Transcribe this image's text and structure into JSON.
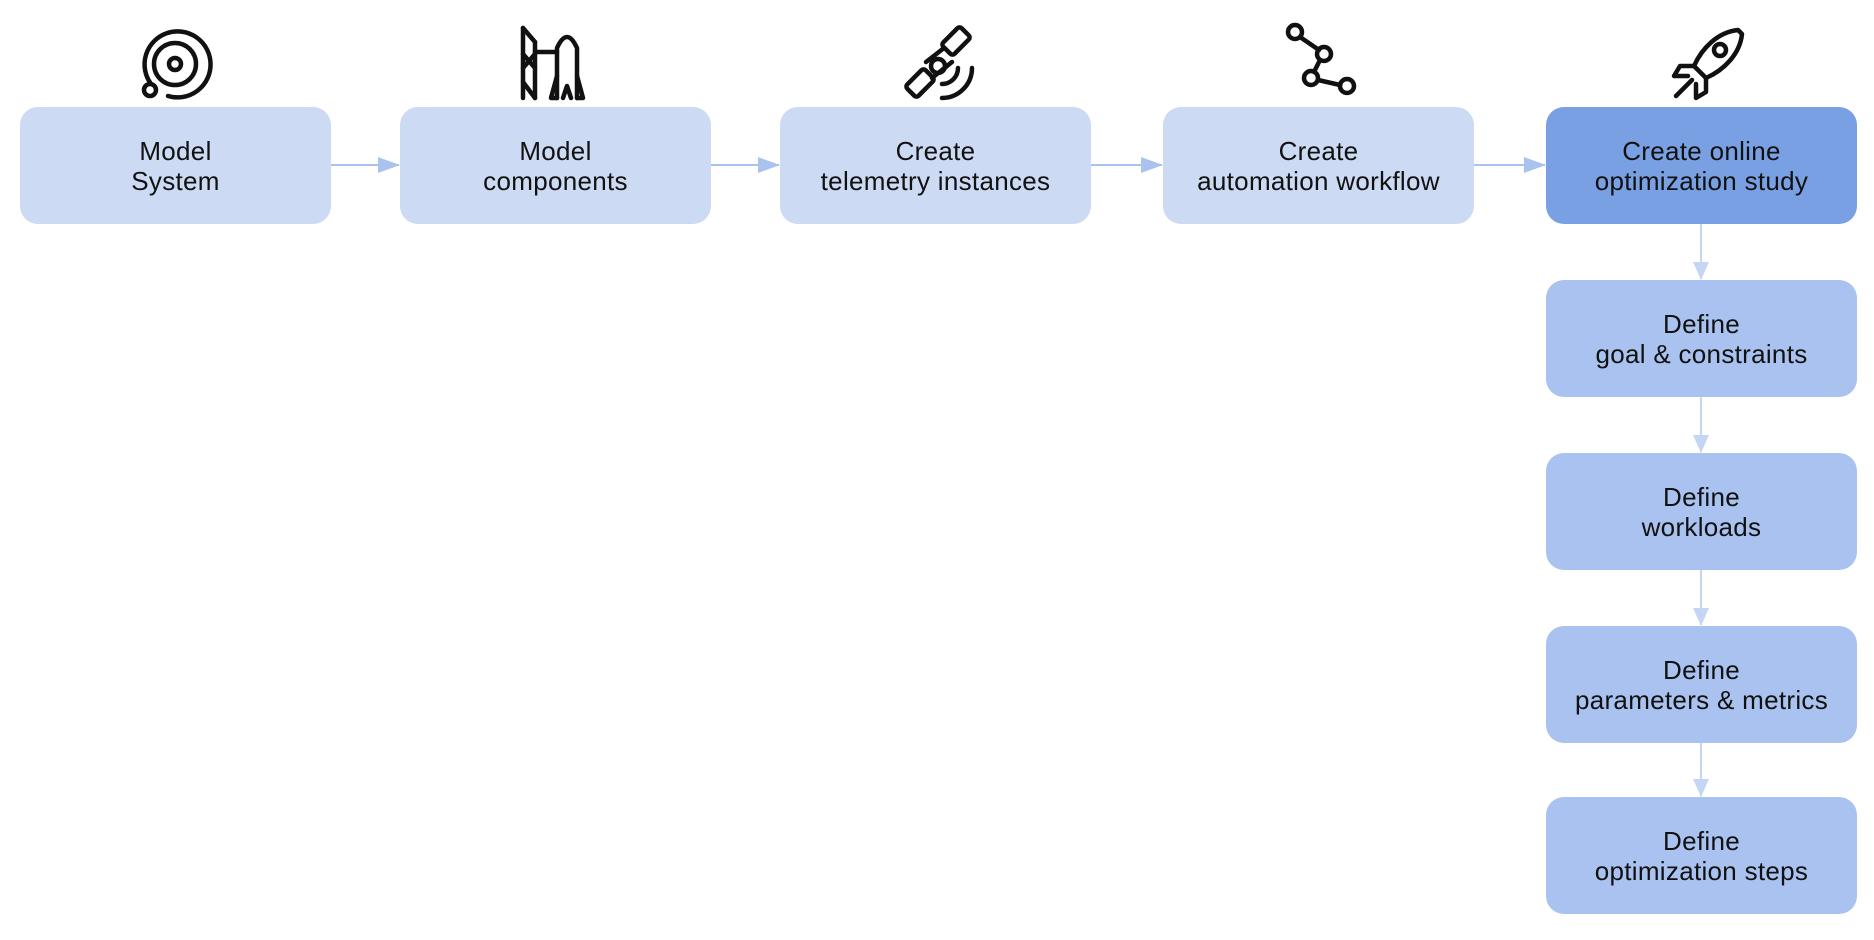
{
  "colors": {
    "step_fill": "#ccdaf3",
    "active_fill": "#7aa0e4",
    "sub_fill": "#a9c2ef",
    "connector": "#aac3ee",
    "icon_stroke": "#111111"
  },
  "flow": {
    "steps": [
      {
        "line1": "Model",
        "line2": "System",
        "icon": "solar-system-icon"
      },
      {
        "line1": "Model",
        "line2": "components",
        "icon": "launch-tower-rocket-icon"
      },
      {
        "line1": "Create",
        "line2": "telemetry instances",
        "icon": "satellite-icon"
      },
      {
        "line1": "Create",
        "line2": "automation workflow",
        "icon": "workflow-nodes-icon"
      },
      {
        "line1": "Create online",
        "line2": "optimization study",
        "icon": "rocket-icon"
      }
    ],
    "substeps": [
      {
        "line1": "Define",
        "line2": "goal & constraints"
      },
      {
        "line1": "Define",
        "line2": "workloads"
      },
      {
        "line1": "Define",
        "line2": "parameters & metrics"
      },
      {
        "line1": "Define",
        "line2": "optimization steps"
      }
    ]
  }
}
